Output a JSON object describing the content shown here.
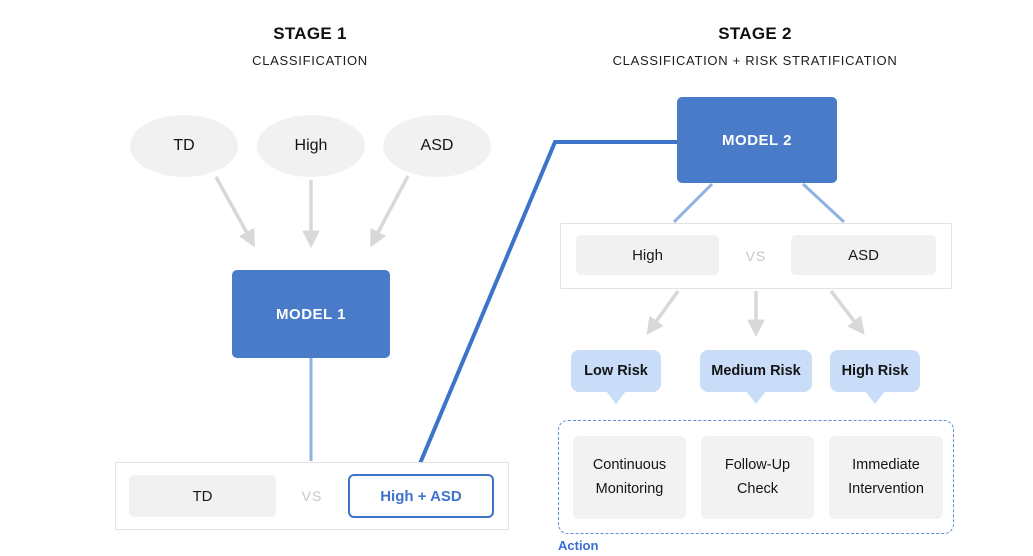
{
  "stage1": {
    "title": "STAGE 1",
    "subtitle": "CLASSIFICATION",
    "inputs": [
      "TD",
      "High",
      "ASD"
    ],
    "model_label": "MODEL 1",
    "outcome": {
      "left": "TD",
      "vs": "VS",
      "right": "High + ASD"
    }
  },
  "stage2": {
    "title": "STAGE 2",
    "subtitle": "CLASSIFICATION + RISK STRATIFICATION",
    "model_label": "MODEL 2",
    "outcome": {
      "left": "High",
      "vs": "VS",
      "right": "ASD"
    },
    "risk_levels": [
      "Low Risk",
      "Medium Risk",
      "High Risk"
    ],
    "actions": [
      "Continuous Monitoring",
      "Follow-Up Check",
      "Immediate Intervention"
    ],
    "action_label": "Action"
  },
  "colors": {
    "model_box_blue": "#4a7bc8",
    "connector_blue": "#3d74c9",
    "light_blue_line": "#8fb2e3",
    "risk_badge_blue": "#c9ddf8",
    "arrow_gray": "#d8d8d8",
    "pill_gray": "#f1f1f1",
    "box_border_gray": "#e3e3e3",
    "vs_text_gray": "#c4c8cc",
    "dashed_border_blue": "#5b8dd9",
    "action_label_blue": "#3b6fd1"
  }
}
